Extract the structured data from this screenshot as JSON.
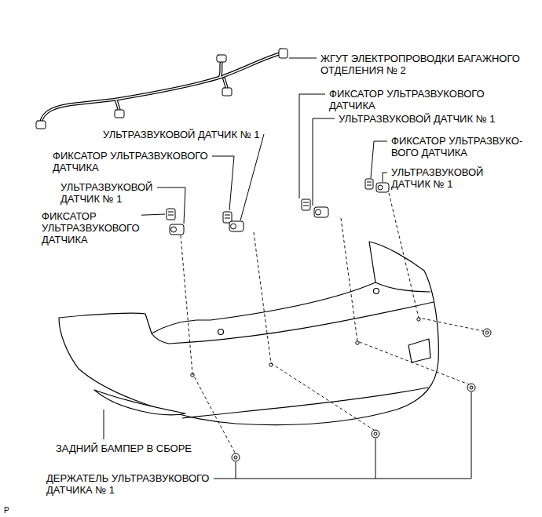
{
  "diagram": {
    "labels": [
      "ЖГУТ ЭЛЕКТРОПРОВОДКИ БАГАЖНОГО ОТДЕЛЕНИЯ № 2",
      "ФИКСАТОР УЛЬТРАЗВУКОВОГО ДАТЧИКА",
      "УЛЬТРАЗВУКОВОЙ ДАТЧИК № 1",
      "УЛЬТРАЗВУКОВОЙ ДАТЧИК № 1",
      "ФИКСАТОР УЛЬТРАЗВУКО- ВОГО ДАТЧИКА",
      "УЛЬТРАЗВУКОВОЙ ДАТЧИК № 1",
      "ФИКСАТОР УЛЬТРАЗВУКОВОГО ДАТЧИКА",
      "УЛЬТРАЗВУКОВОЙ ДАТЧИК № 1",
      "ФИКСАТОР УЛЬТРАЗВУКОВОГО ДАТЧИКА",
      "ЗАДНИЙ БАМПЕР В СБОРЕ",
      "ДЕРЖАТЕЛЬ УЛЬТРАЗВУКОВОГО ДАТЧИКА № 1",
      "P"
    ]
  }
}
